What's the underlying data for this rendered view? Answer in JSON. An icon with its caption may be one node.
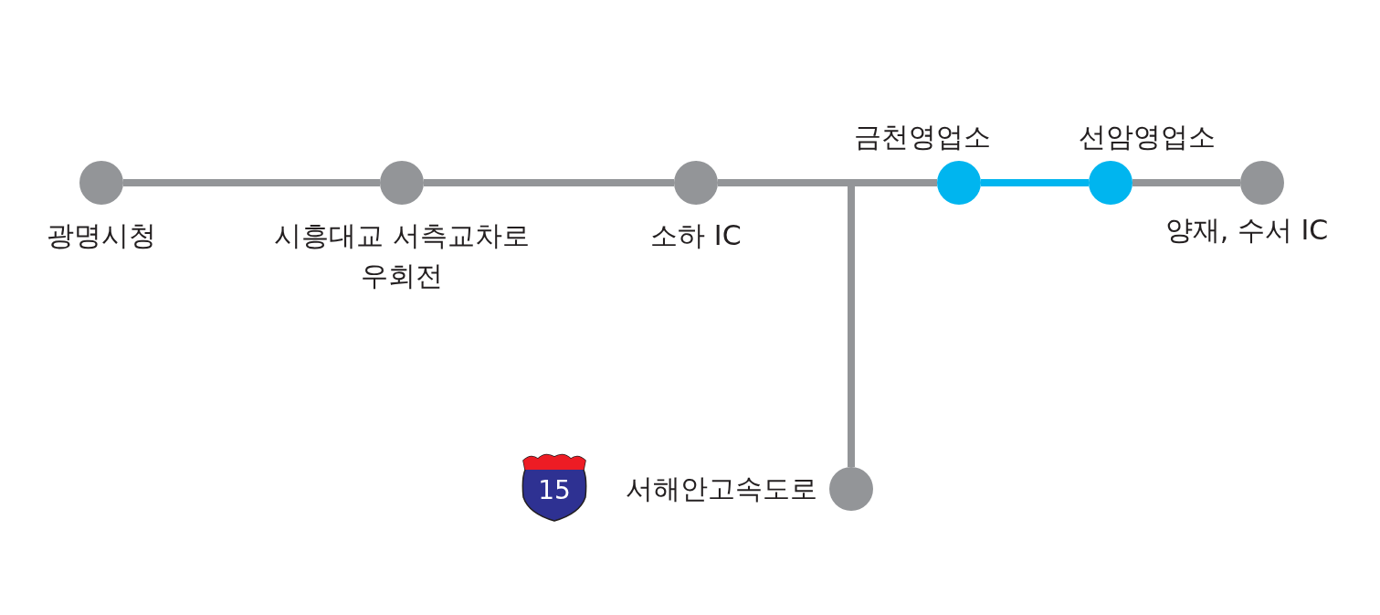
{
  "diagram": {
    "nodes": [
      {
        "text": [],
        "shape": "circle",
        "beside": [
          "광명시청"
        ]
      },
      {
        "text": [],
        "shape": "circle",
        "beside": [
          "시흥대교 서측교차로 우회전"
        ]
      },
      {
        "text": [],
        "shape": "circle",
        "beside": [
          "소하 IC"
        ]
      },
      {
        "text": [],
        "shape": "circle",
        "beside": [
          "금천영업소"
        ]
      },
      {
        "text": [],
        "shape": "circle",
        "beside": [
          "선암영업소"
        ]
      },
      {
        "text": [],
        "shape": "circle",
        "beside": [
          "양재, 수서 IC"
        ]
      },
      {
        "text": [
          "15"
        ]
      },
      {
        "text": [],
        "shape": "circle",
        "beside": [
          "서해안고속도로"
        ]
      }
    ],
    "edges": [
      {
        "from": 0,
        "to": 1,
        "arrow": "none"
      },
      {
        "from": 1,
        "to": 2,
        "arrow": "none"
      },
      {
        "from": 2,
        "to": 3,
        "arrow": "none"
      },
      {
        "from": 3,
        "to": 4,
        "arrow": "none",
        "color": "#00b5ef"
      },
      {
        "from": 4,
        "to": 5,
        "arrow": "none"
      },
      {
        "from": 7,
        "to": 2,
        "arrow": "none"
      },
      {
        "from": 7,
        "to": 3,
        "arrow": "none"
      }
    ]
  }
}
